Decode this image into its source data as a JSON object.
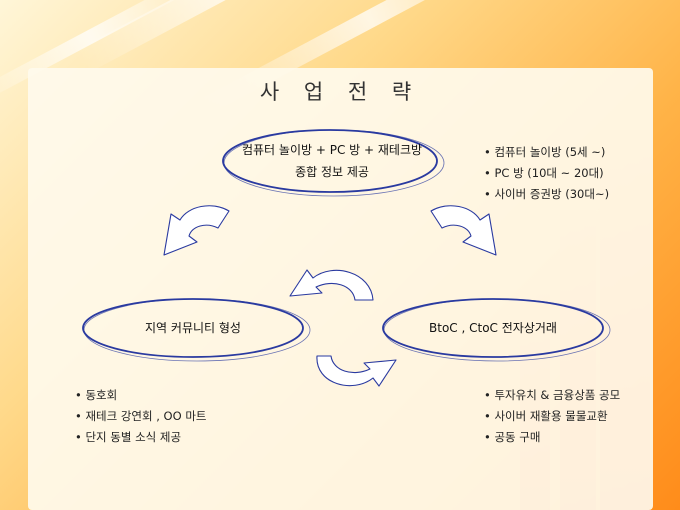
{
  "title": "사 업 전 략",
  "nodes": {
    "top": {
      "line1": "컴퓨터 놀이방 + PC 방 + 재테크방",
      "line2": "종합 정보 제공"
    },
    "left": {
      "label": "지역 커뮤니티 형성"
    },
    "right": {
      "label": "BtoC , CtoC 전자상거래"
    }
  },
  "bullets": {
    "top_right": [
      "컴퓨터 놀이방 (5세 ~)",
      "PC 방 (10대 ~ 20대)",
      "사이버 증권방 (30대~)"
    ],
    "bottom_left": [
      "동호회",
      "재테크 강연회 , OO 마트",
      "단지 동별 소식 제공"
    ],
    "bottom_right": [
      "투자유치 &  금융상품 공모",
      "사이버 재활용 물물교환",
      "공동 구매"
    ]
  },
  "colors": {
    "arrow_fill": "#ffffff",
    "arrow_stroke": "#2a3aa0",
    "ellipse_stroke": "#2a3aa0"
  }
}
